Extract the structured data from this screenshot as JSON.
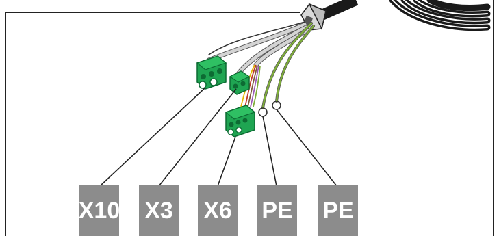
{
  "labels": [
    {
      "id": "X10",
      "text": "X10"
    },
    {
      "id": "X3",
      "text": "X3"
    },
    {
      "id": "X6",
      "text": "X6"
    },
    {
      "id": "PE1",
      "text": "PE"
    },
    {
      "id": "PE2",
      "text": "PE"
    }
  ],
  "colors": {
    "label_bg": "#8c8c8c",
    "label_text": "#ffffff",
    "connector_green": "#1fa552",
    "connector_dark": "#0d6b33",
    "wire_green_yellow": "#7fae3a",
    "cable_black": "#1a1a1a",
    "frame": "#222222"
  }
}
